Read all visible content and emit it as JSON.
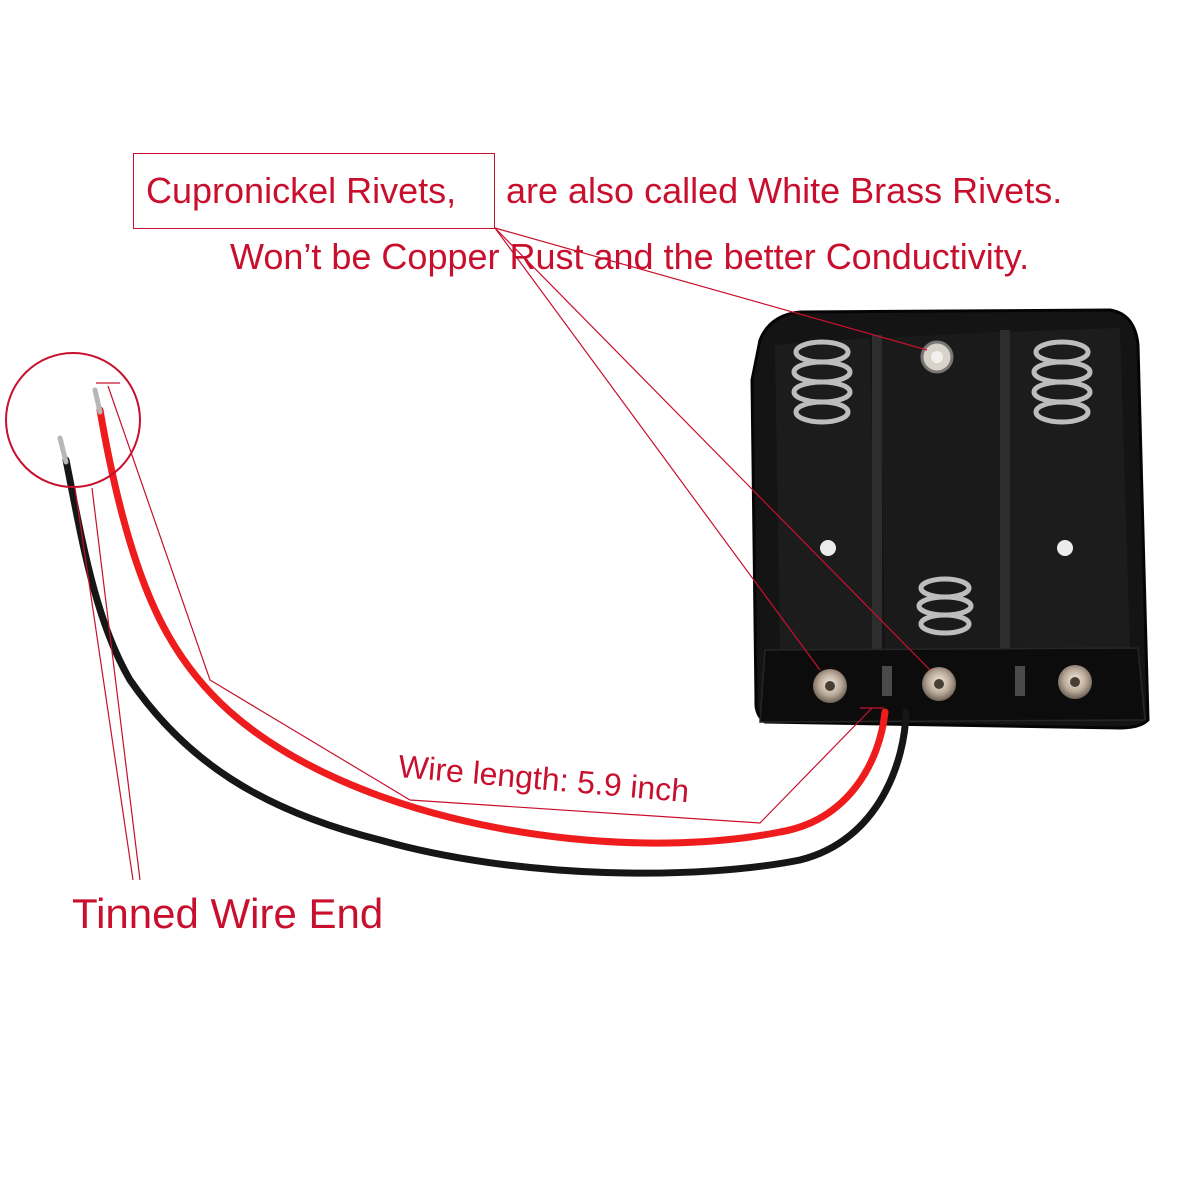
{
  "annotations": {
    "rivets_name": "Cupronickel Rivets,",
    "rivets_rest": "are also called White Brass Rivets.",
    "rivets_line2": "Won’t be Copper Rust and the better Conductivity.",
    "wire_length": "Wire length: 5.9 inch",
    "wire_end": "Tinned Wire End"
  },
  "colors": {
    "annotation": "#c8102e",
    "holder_body": "#141414",
    "red_wire": "#ee1c1c",
    "black_wire": "#161616",
    "background": "#ffffff"
  }
}
